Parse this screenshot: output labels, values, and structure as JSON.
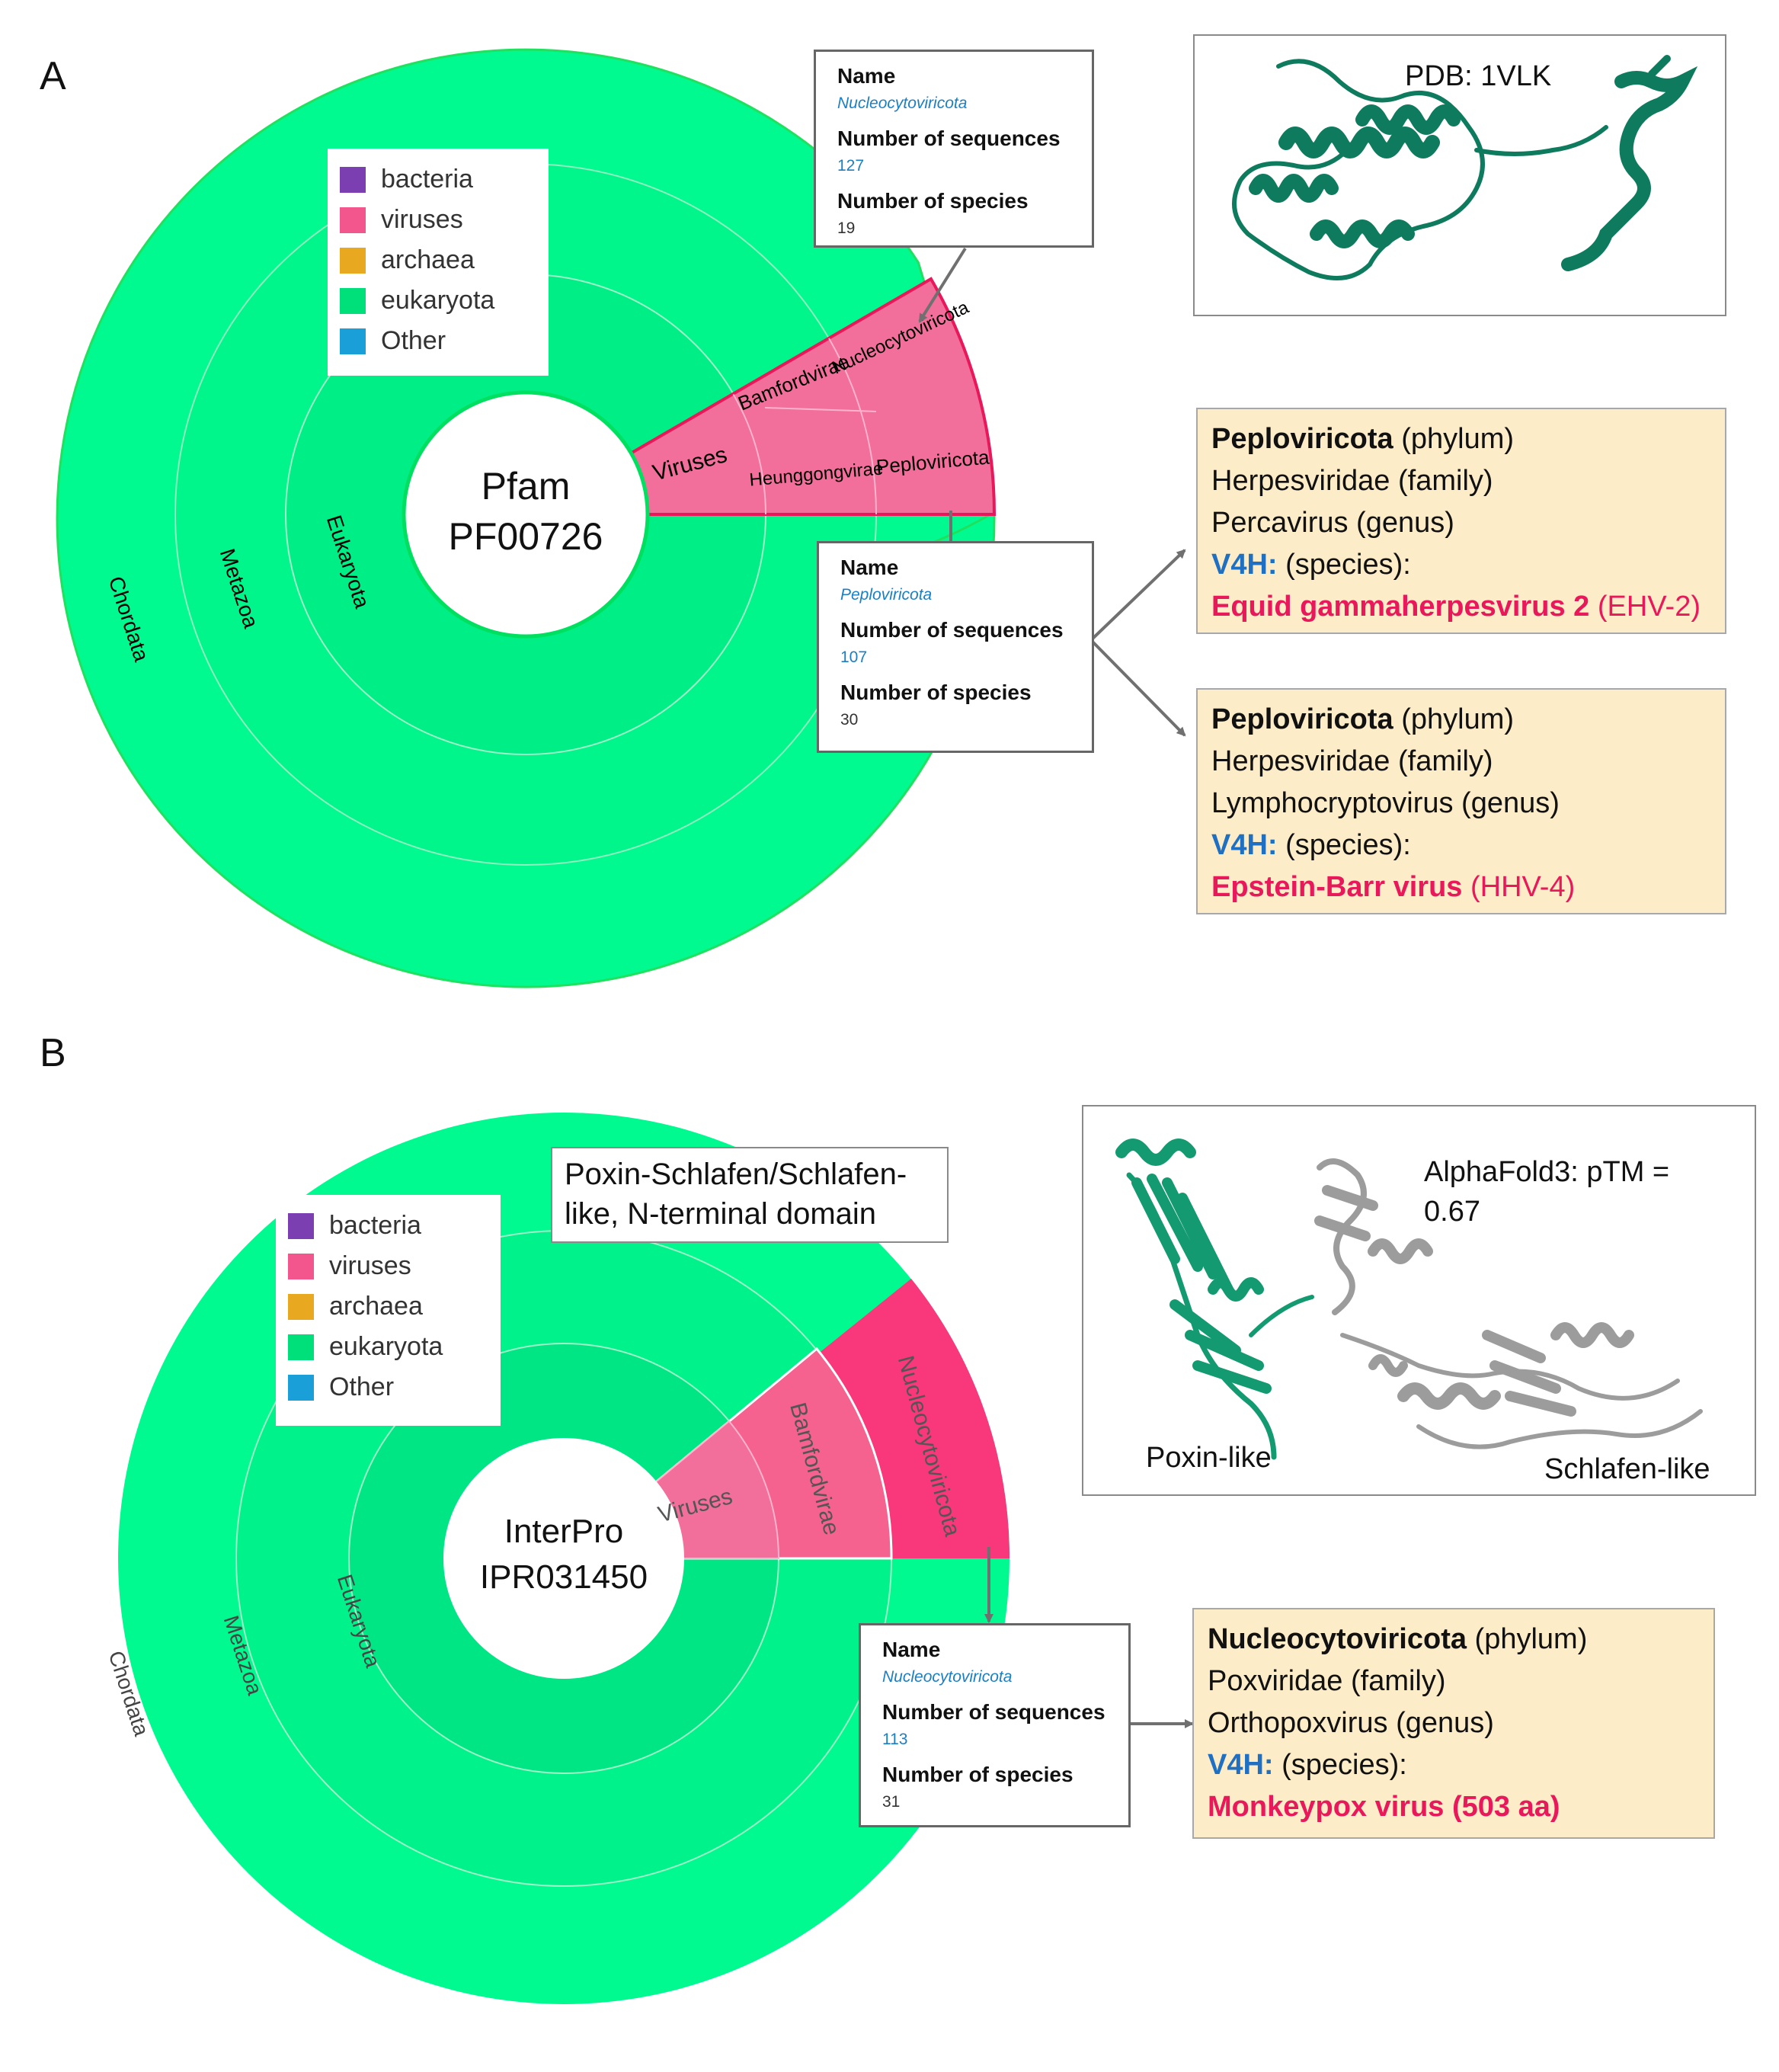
{
  "colors": {
    "eukaryota": "#00f08c",
    "viruses": "#f2568c",
    "bacteria": "#7b3fb1",
    "archaea": "#e8a820",
    "other": "#1a9fd8",
    "v4h": "#1f6fc2",
    "species": "#e8185a",
    "protein_teal": "#0f7b5e",
    "info_bg": "#fdecc8"
  },
  "legend": [
    {
      "label": "bacteria",
      "color": "#7b3fb1"
    },
    {
      "label": "viruses",
      "color": "#f2568c"
    },
    {
      "label": "archaea",
      "color": "#e8a820"
    },
    {
      "label": "eukaryota",
      "color": "#00e07a"
    },
    {
      "label": "Other",
      "color": "#1a9fd8"
    }
  ],
  "panel_a": {
    "letter": "A",
    "center": {
      "line1": "Pfam",
      "line2": "PF00726"
    },
    "ring_labels": {
      "euk": "Eukaryota",
      "metazoa": "Metazoa",
      "chordata": "Chordata"
    },
    "virus_labels": {
      "viruses": "Viruses",
      "bamford": "Bamfordvirae",
      "nucleo": "Nucleocytoviricota",
      "heung": "Heunggongvirae",
      "peplo": "Peploviricota"
    },
    "popup_top": {
      "name_key": "Name",
      "name_val": "Nucleocytoviricota",
      "seq_key": "Number of sequences",
      "seq_val": "127",
      "spec_key": "Number of species",
      "spec_val": "19"
    },
    "popup_bottom": {
      "name_key": "Name",
      "name_val": "Peploviricota",
      "seq_key": "Number of sequences",
      "seq_val": "107",
      "spec_key": "Number of species",
      "spec_val": "30"
    },
    "structure_label": "PDB: 1VLK",
    "info1": {
      "phylum": "Peploviricota",
      "phylum_tag": " (phylum)",
      "family": "Herpesviridae (family)",
      "genus": "Percavirus (genus)",
      "v4h": "V4H:",
      "species_tag": " (species):",
      "species": "Equid gammaherpesvirus 2",
      "abbr": " (EHV-2)"
    },
    "info2": {
      "phylum": "Peploviricota",
      "phylum_tag": " (phylum)",
      "family": "Herpesviridae (family)",
      "genus": "Lymphocryptovirus (genus)",
      "v4h": "V4H:",
      "species_tag": " (species):",
      "species": "Epstein-Barr virus",
      "abbr": " (HHV-4)"
    }
  },
  "panel_b": {
    "letter": "B",
    "center": {
      "line1": "InterPro",
      "line2": "IPR031450"
    },
    "ring_labels": {
      "euk": "Eukaryota",
      "metazoa": "Metazoa",
      "chordata": "Chordata"
    },
    "virus_labels": {
      "viruses": "Viruses",
      "bamford": "Bamfordvirae",
      "nucleo": "Nucleocytoviricota"
    },
    "domain_box": {
      "line1": "Poxin-Schlafen/Schlafen-",
      "line2": "like, N-terminal domain"
    },
    "popup": {
      "name_key": "Name",
      "name_val": "Nucleocytoviricota",
      "seq_key": "Number of sequences",
      "seq_val": "113",
      "spec_key": "Number of species",
      "spec_val": "31"
    },
    "structure": {
      "label1": "AlphaFold3: pTM =",
      "label2": "0.67",
      "poxin": "Poxin-like",
      "schlafen": "Schlafen-like"
    },
    "info": {
      "phylum": "Nucleocytoviricota",
      "phylum_tag": " (phylum)",
      "family": "Poxviridae (family)",
      "genus": "Orthopoxvirus (genus)",
      "v4h": "V4H:",
      "species_tag": " (species):",
      "species": "Monkeypox virus (503 aa)"
    }
  }
}
